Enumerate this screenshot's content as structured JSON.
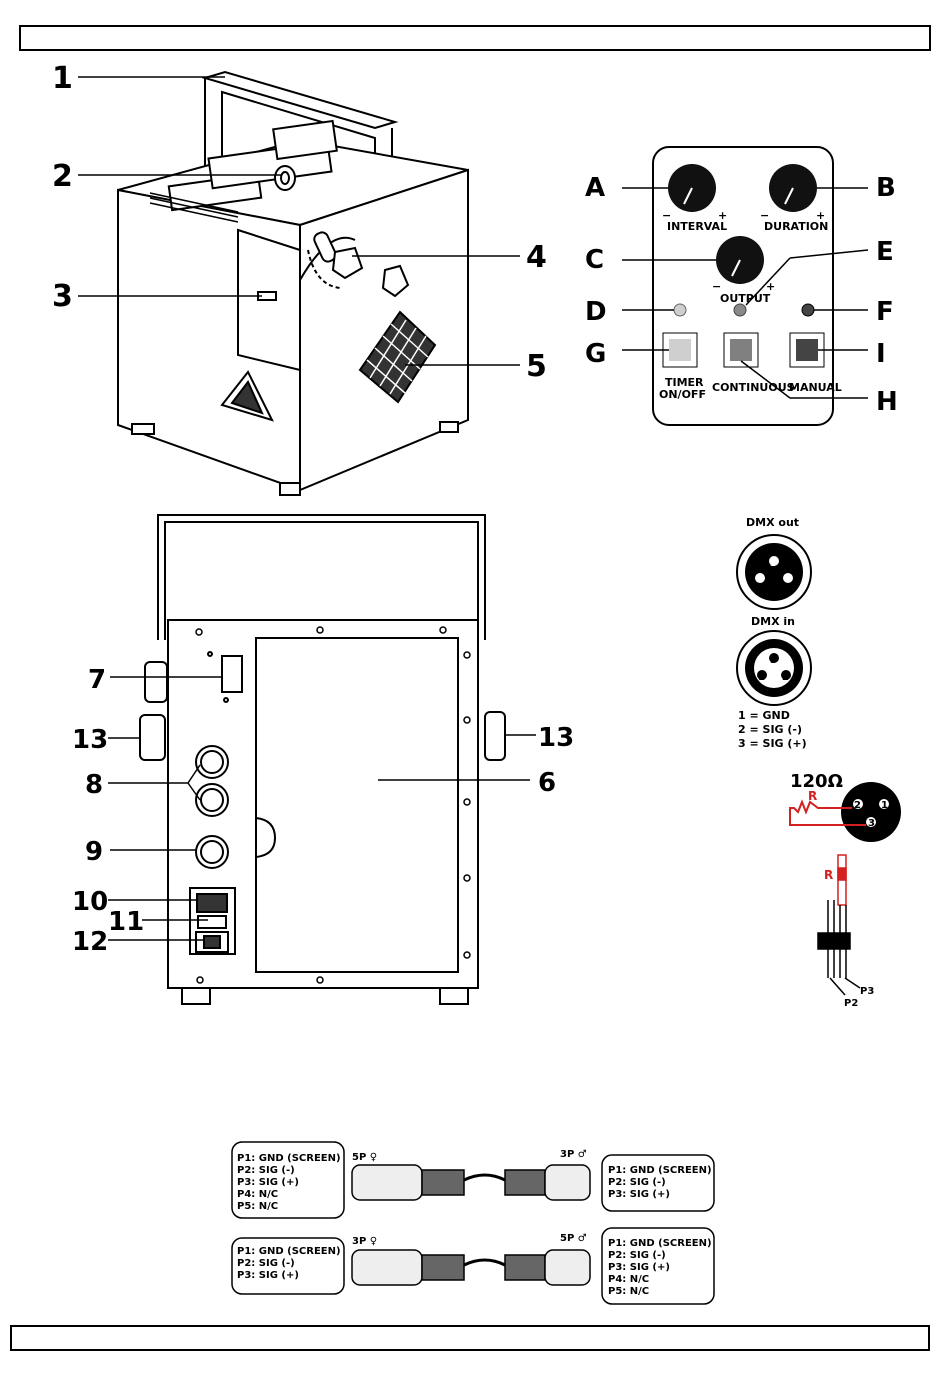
{
  "callouts_front": [
    "1",
    "2",
    "3",
    "4",
    "5"
  ],
  "callouts_back": [
    "7",
    "13",
    "8",
    "9",
    "10",
    "11",
    "12",
    "6",
    "13"
  ],
  "panel": {
    "letters": [
      "A",
      "B",
      "C",
      "E",
      "D",
      "F",
      "G",
      "I",
      "H"
    ],
    "knob_interval": "INTERVAL",
    "knob_duration": "DURATION",
    "knob_output": "OUTPUT",
    "minus": "−",
    "plus": "+",
    "btn_timer_line1": "TIMER",
    "btn_timer_line2": "ON/OFF",
    "btn_continuous": "CONTINUOUS",
    "btn_manual": "MANUAL"
  },
  "dmx": {
    "out_title": "DMX out",
    "in_title": "DMX in",
    "pins": [
      "1",
      "2",
      "3"
    ],
    "legend": [
      "1 = GND",
      "2 = SIG (-)",
      "3 = SIG (+)"
    ],
    "terminator_value": "120Ω",
    "resistor_label": "R",
    "p2": "P2",
    "p3": "P3"
  },
  "cables": {
    "c1_left_label": "5P ♀",
    "c1_right_label": "3P ♂",
    "c1_left_pins": [
      "P1: GND (SCREEN)",
      "P2: SIG (-)",
      "P3: SIG (+)",
      "P4: N/C",
      "P5: N/C"
    ],
    "c1_right_pins": [
      "P1: GND (SCREEN)",
      "P2: SIG (-)",
      "P3: SIG (+)"
    ],
    "c2_left_label": "3P ♀",
    "c2_right_label": "5P ♂",
    "c2_left_pins": [
      "P1: GND (SCREEN)",
      "P2: SIG (-)",
      "P3: SIG (+)"
    ],
    "c2_right_pins": [
      "P1: GND (SCREEN)",
      "P2: SIG (-)",
      "P3: SIG (+)",
      "P4: N/C",
      "P5: N/C"
    ]
  },
  "colors": {
    "red": "#d42020",
    "led_d": "#cfcfcf",
    "led_e": "#8a8a8a",
    "led_f": "#444444"
  }
}
